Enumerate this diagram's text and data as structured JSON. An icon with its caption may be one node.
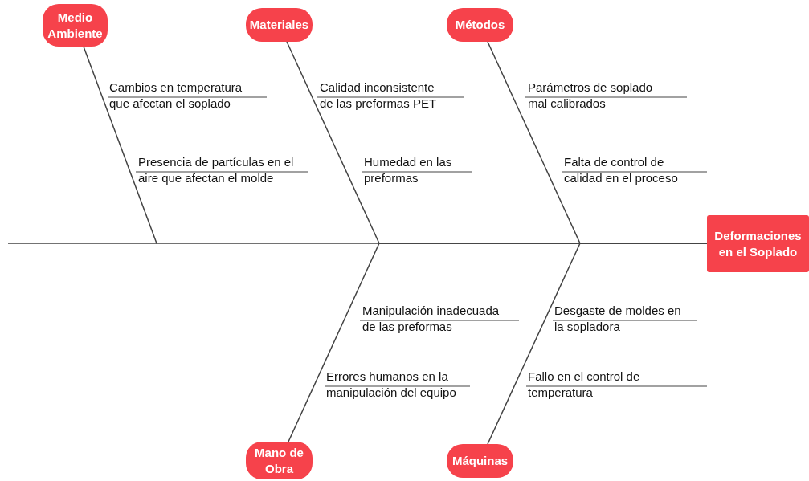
{
  "diagram": {
    "nodes": [
      {
        "text": [
          "Medio Ambiente"
        ]
      },
      {
        "text": [
          "Materiales"
        ]
      },
      {
        "text": [
          "Métodos"
        ]
      },
      {
        "text": [
          "Mano de Obra"
        ]
      },
      {
        "text": [
          "Máquinas"
        ]
      },
      {
        "text": [
          "Deformaciones en el Soplado"
        ]
      }
    ],
    "edges": [
      {
        "from": 0,
        "to": 5,
        "arrow": "none"
      },
      {
        "from": 1,
        "to": 5,
        "arrow": "none"
      },
      {
        "from": 2,
        "to": 5,
        "arrow": "none"
      },
      {
        "from": 3,
        "to": 5,
        "arrow": "none"
      },
      {
        "from": 4,
        "to": 5,
        "arrow": "none"
      }
    ],
    "labels": [
      "Cambios en temperatura que afectan el soplado",
      "Calidad inconsistente de las preformas PET",
      "Parámetros de soplado mal calibrados",
      "Presencia de partículas en el aire que afectan el molde",
      "Humedad en las preformas",
      "Falta de control de calidad en el proceso",
      "Manipulación inadecuada de las preformas",
      "Desgaste de moldes en la sopladora",
      "Errores humanos en la manipulación del equipo",
      "Fallo en el control de temperatura"
    ]
  }
}
